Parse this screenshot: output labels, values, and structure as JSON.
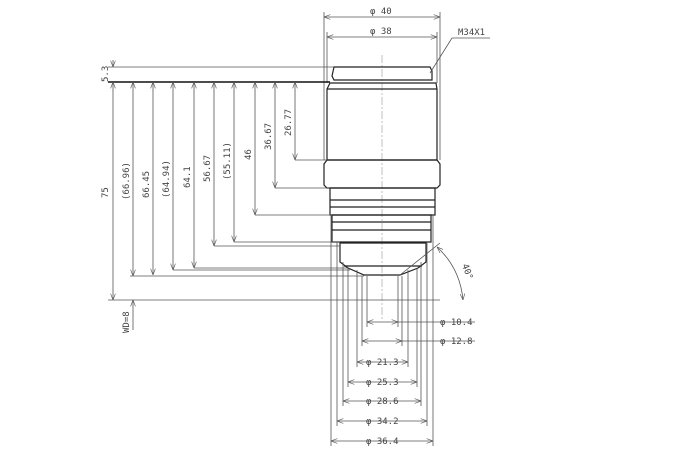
{
  "top_dims": {
    "d40": "φ 40",
    "d38": "φ 38",
    "thread": "M34X1"
  },
  "left_dims": {
    "d5_3": "5.3",
    "d75": "75",
    "d66_96": "(66.96)",
    "d66_45": "66.45",
    "d64_94": "(64.94)",
    "d64_1": "64.1",
    "d56_67": "56.67",
    "d55_11": "(55.11)",
    "d46": "46",
    "d36_67": "36.67",
    "d26_77": "26.77",
    "wd": "WD=8"
  },
  "angle": "40°",
  "bottom_dims": {
    "d10_4": "φ 10.4",
    "d12_8": "φ 12.8",
    "d21_3": "φ 21.3",
    "d25_3": "φ 25.3",
    "d28_6": "φ 28.6",
    "d34_2": "φ 34.2",
    "d36_4": "φ 36.4"
  }
}
